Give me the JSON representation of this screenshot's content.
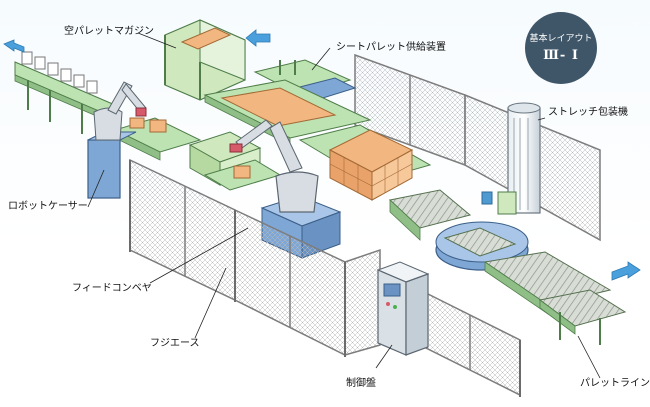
{
  "title_badge": {
    "line1": "基本レイアウト",
    "line2": "Ⅲ- Ⅰ"
  },
  "labels": {
    "empty_pallet_magazine": "空パレットマガジン",
    "sheet_pallet_feeder": "シートパレット供給装置",
    "stretch_wrapper": "ストレッチ包装機",
    "robot_case_sorter": "ロボットケーサー",
    "feed_conveyor": "フィードコンベヤ",
    "fujiace": "フジエース",
    "control_panel": "制御盤",
    "pallet_line": "パレットライン"
  },
  "colors": {
    "accent_blue": "#4aa0dc",
    "conveyor_green": "#bde3b2",
    "machine_green": "#cfe8bd",
    "fence": "#8c8c8c",
    "cabinet_blue": "#7fa7d6",
    "box_orange": "#f2b681",
    "badge": "#3f5668"
  }
}
